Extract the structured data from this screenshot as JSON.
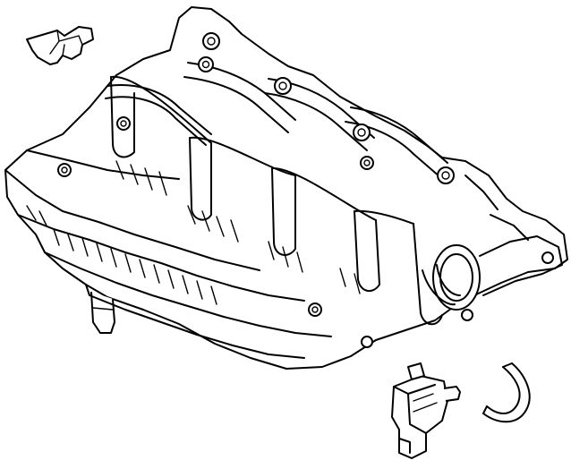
{
  "diagram": {
    "parts": [
      {
        "name": "intake-manifold",
        "icon": "manifold-icon"
      },
      {
        "name": "bracket",
        "icon": "bracket-icon"
      },
      {
        "name": "vacuum-solenoid-valve",
        "icon": "valve-icon"
      },
      {
        "name": "vacuum-hose",
        "icon": "hose-icon"
      }
    ],
    "colors": {
      "line": "#000000",
      "background": "#ffffff"
    }
  }
}
